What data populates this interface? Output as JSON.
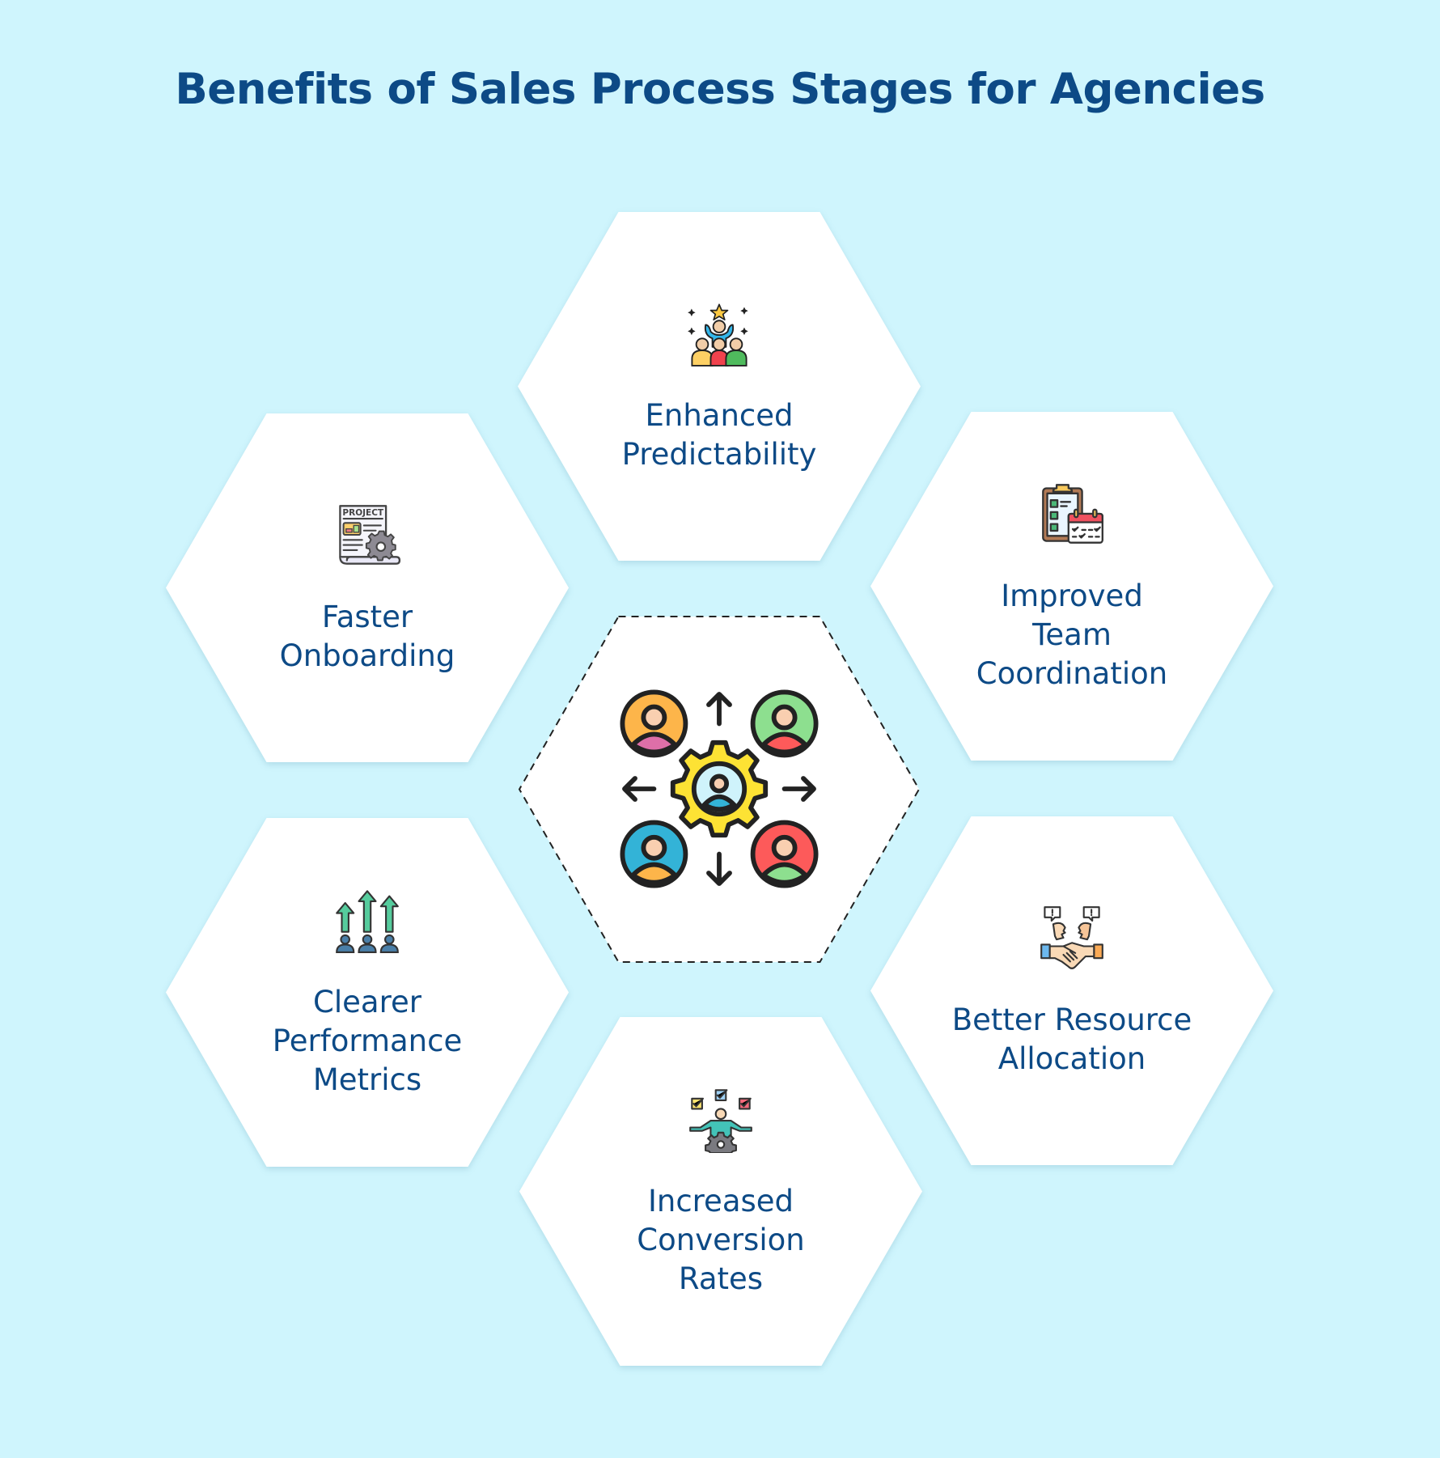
{
  "title": "Benefits of Sales Process Stages for Agencies",
  "colors": {
    "background": "#cff5fd",
    "title": "#0d4a86",
    "label": "#0d4a86",
    "hexagon_fill": "#ffffff",
    "center_outline": "#222222"
  },
  "center": {
    "icon": "team-network-gear-icon"
  },
  "benefits": [
    {
      "label": "Enhanced\nPredictability",
      "icon": "team-celebration-icon",
      "position": "top"
    },
    {
      "label": "Faster\nOnboarding",
      "icon": "project-document-gear-icon",
      "position": "upper-left"
    },
    {
      "label": "Improved\nTeam\nCoordination",
      "icon": "clipboard-calendar-icon",
      "position": "upper-right"
    },
    {
      "label": "Clearer\nPerformance\nMetrics",
      "icon": "people-growth-arrows-icon",
      "position": "lower-left"
    },
    {
      "label": "Better Resource\nAllocation",
      "icon": "handshake-icon",
      "position": "lower-right"
    },
    {
      "label": "Increased\nConversion\nRates",
      "icon": "person-checklist-gear-icon",
      "position": "bottom"
    }
  ]
}
